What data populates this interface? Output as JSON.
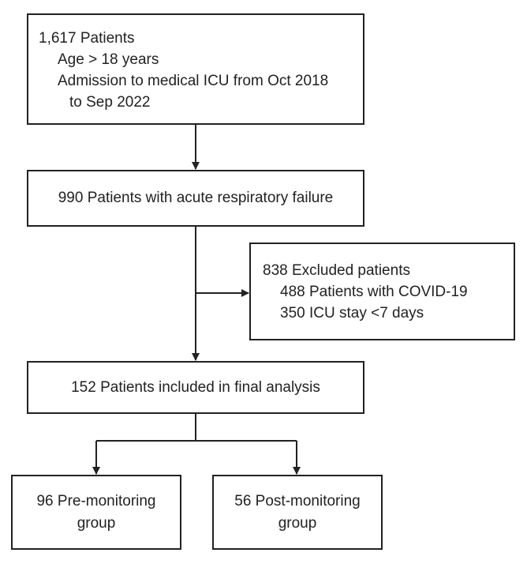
{
  "box_enrolled": {
    "count_line": "1,617 Patients",
    "criteria": [
      "Age > 18 years",
      "Admission to medical ICU from Oct 2018",
      "to Sep 2022"
    ]
  },
  "box_arf": {
    "label": "990 Patients with acute respiratory failure"
  },
  "box_excluded": {
    "title": "838 Excluded patients",
    "reasons": [
      "488 Patients with COVID-19",
      "350 ICU stay <7 days"
    ]
  },
  "box_final": {
    "label": "152 Patients included in final analysis"
  },
  "box_pre": {
    "line1": "96 Pre-monitoring",
    "line2": "group"
  },
  "box_post": {
    "line1": "56 Post-monitoring",
    "line2": "group"
  }
}
